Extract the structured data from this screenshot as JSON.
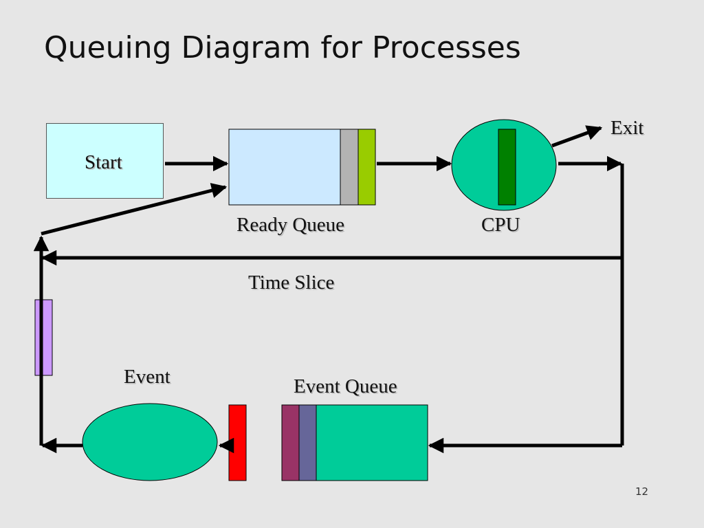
{
  "slide": {
    "title": "Queuing Diagram for Processes",
    "page_number": "12"
  },
  "diagram": {
    "labels": {
      "start": "Start",
      "ready_queue": "Ready Queue",
      "cpu": "CPU",
      "exit": "Exit",
      "time_slice": "Time Slice",
      "event": "Event",
      "event_queue": "Event Queue"
    },
    "colors": {
      "background": "#e6e6e6",
      "start_box": "#ccffff",
      "ready_queue": "#cce9ff",
      "ready_queue_slot_1": "#b3b3b3",
      "ready_queue_slot_2": "#99cc00",
      "cpu": "#00cc99",
      "cpu_bar": "#008000",
      "event_queue": "#00cc99",
      "event_queue_slot_1": "#993366",
      "event_queue_slot_2": "#666699",
      "event_gate": "#ff0000",
      "event": "#00cc99",
      "side_marker": "#cc99ff",
      "lines": "#000000"
    }
  }
}
